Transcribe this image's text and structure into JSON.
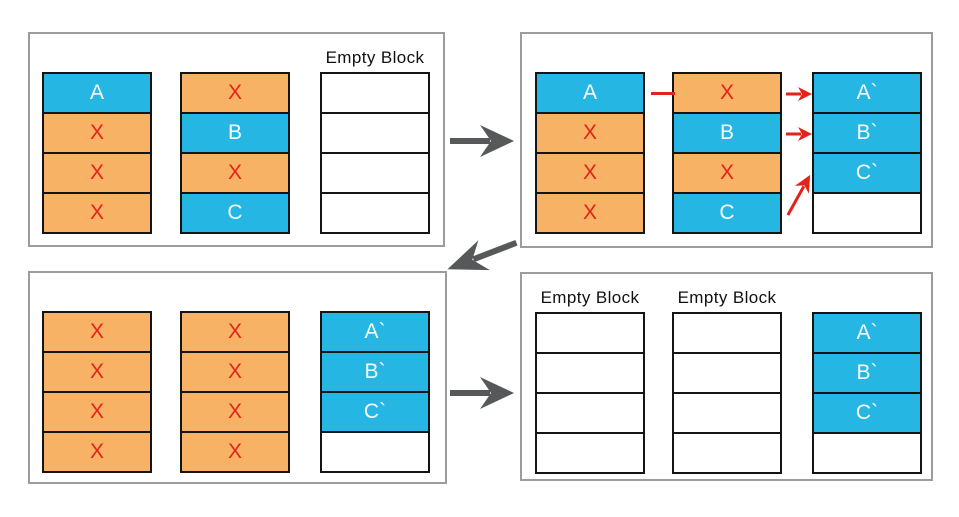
{
  "colors": {
    "cyan": "#25b6e3",
    "orange": "#f8b266",
    "red": "#e3231a",
    "arrow_gray": "#57585a",
    "panel_border": "#9c9c9c",
    "cell_border": "#141414"
  },
  "legend": {
    "empty_block_label": "Empty Block"
  },
  "panels": {
    "top_left": {
      "columns": [
        {
          "header": "",
          "cells": [
            {
              "text": "A",
              "state": "valid"
            },
            {
              "text": "X",
              "state": "stale"
            },
            {
              "text": "X",
              "state": "stale"
            },
            {
              "text": "X",
              "state": "stale"
            }
          ]
        },
        {
          "header": "",
          "cells": [
            {
              "text": "X",
              "state": "stale"
            },
            {
              "text": "B",
              "state": "valid"
            },
            {
              "text": "X",
              "state": "stale"
            },
            {
              "text": "C",
              "state": "valid"
            }
          ]
        },
        {
          "header": "Empty Block",
          "cells": [
            {
              "text": "",
              "state": "empty"
            },
            {
              "text": "",
              "state": "empty"
            },
            {
              "text": "",
              "state": "empty"
            },
            {
              "text": "",
              "state": "empty"
            }
          ]
        }
      ]
    },
    "top_right": {
      "columns": [
        {
          "header": "",
          "cells": [
            {
              "text": "A",
              "state": "valid"
            },
            {
              "text": "X",
              "state": "stale"
            },
            {
              "text": "X",
              "state": "stale"
            },
            {
              "text": "X",
              "state": "stale"
            }
          ]
        },
        {
          "header": "",
          "cells": [
            {
              "text": "X",
              "state": "stale"
            },
            {
              "text": "B",
              "state": "valid"
            },
            {
              "text": "X",
              "state": "stale"
            },
            {
              "text": "C",
              "state": "valid"
            }
          ]
        },
        {
          "header": "",
          "cells": [
            {
              "text": "A`",
              "state": "valid"
            },
            {
              "text": "B`",
              "state": "valid"
            },
            {
              "text": "C`",
              "state": "valid"
            },
            {
              "text": "",
              "state": "empty"
            }
          ]
        }
      ]
    },
    "bottom_left": {
      "columns": [
        {
          "header": "",
          "cells": [
            {
              "text": "X",
              "state": "stale"
            },
            {
              "text": "X",
              "state": "stale"
            },
            {
              "text": "X",
              "state": "stale"
            },
            {
              "text": "X",
              "state": "stale"
            }
          ]
        },
        {
          "header": "",
          "cells": [
            {
              "text": "X",
              "state": "stale"
            },
            {
              "text": "X",
              "state": "stale"
            },
            {
              "text": "X",
              "state": "stale"
            },
            {
              "text": "X",
              "state": "stale"
            }
          ]
        },
        {
          "header": "",
          "cells": [
            {
              "text": "A`",
              "state": "valid"
            },
            {
              "text": "B`",
              "state": "valid"
            },
            {
              "text": "C`",
              "state": "valid"
            },
            {
              "text": "",
              "state": "empty"
            }
          ]
        }
      ]
    },
    "bottom_right": {
      "columns": [
        {
          "header": "Empty Block",
          "cells": [
            {
              "text": "",
              "state": "empty"
            },
            {
              "text": "",
              "state": "empty"
            },
            {
              "text": "",
              "state": "empty"
            },
            {
              "text": "",
              "state": "empty"
            }
          ]
        },
        {
          "header": "Empty Block",
          "cells": [
            {
              "text": "",
              "state": "empty"
            },
            {
              "text": "",
              "state": "empty"
            },
            {
              "text": "",
              "state": "empty"
            },
            {
              "text": "",
              "state": "empty"
            }
          ]
        },
        {
          "header": "",
          "cells": [
            {
              "text": "A`",
              "state": "valid"
            },
            {
              "text": "B`",
              "state": "valid"
            },
            {
              "text": "C`",
              "state": "valid"
            },
            {
              "text": "",
              "state": "empty"
            }
          ]
        }
      ]
    }
  }
}
